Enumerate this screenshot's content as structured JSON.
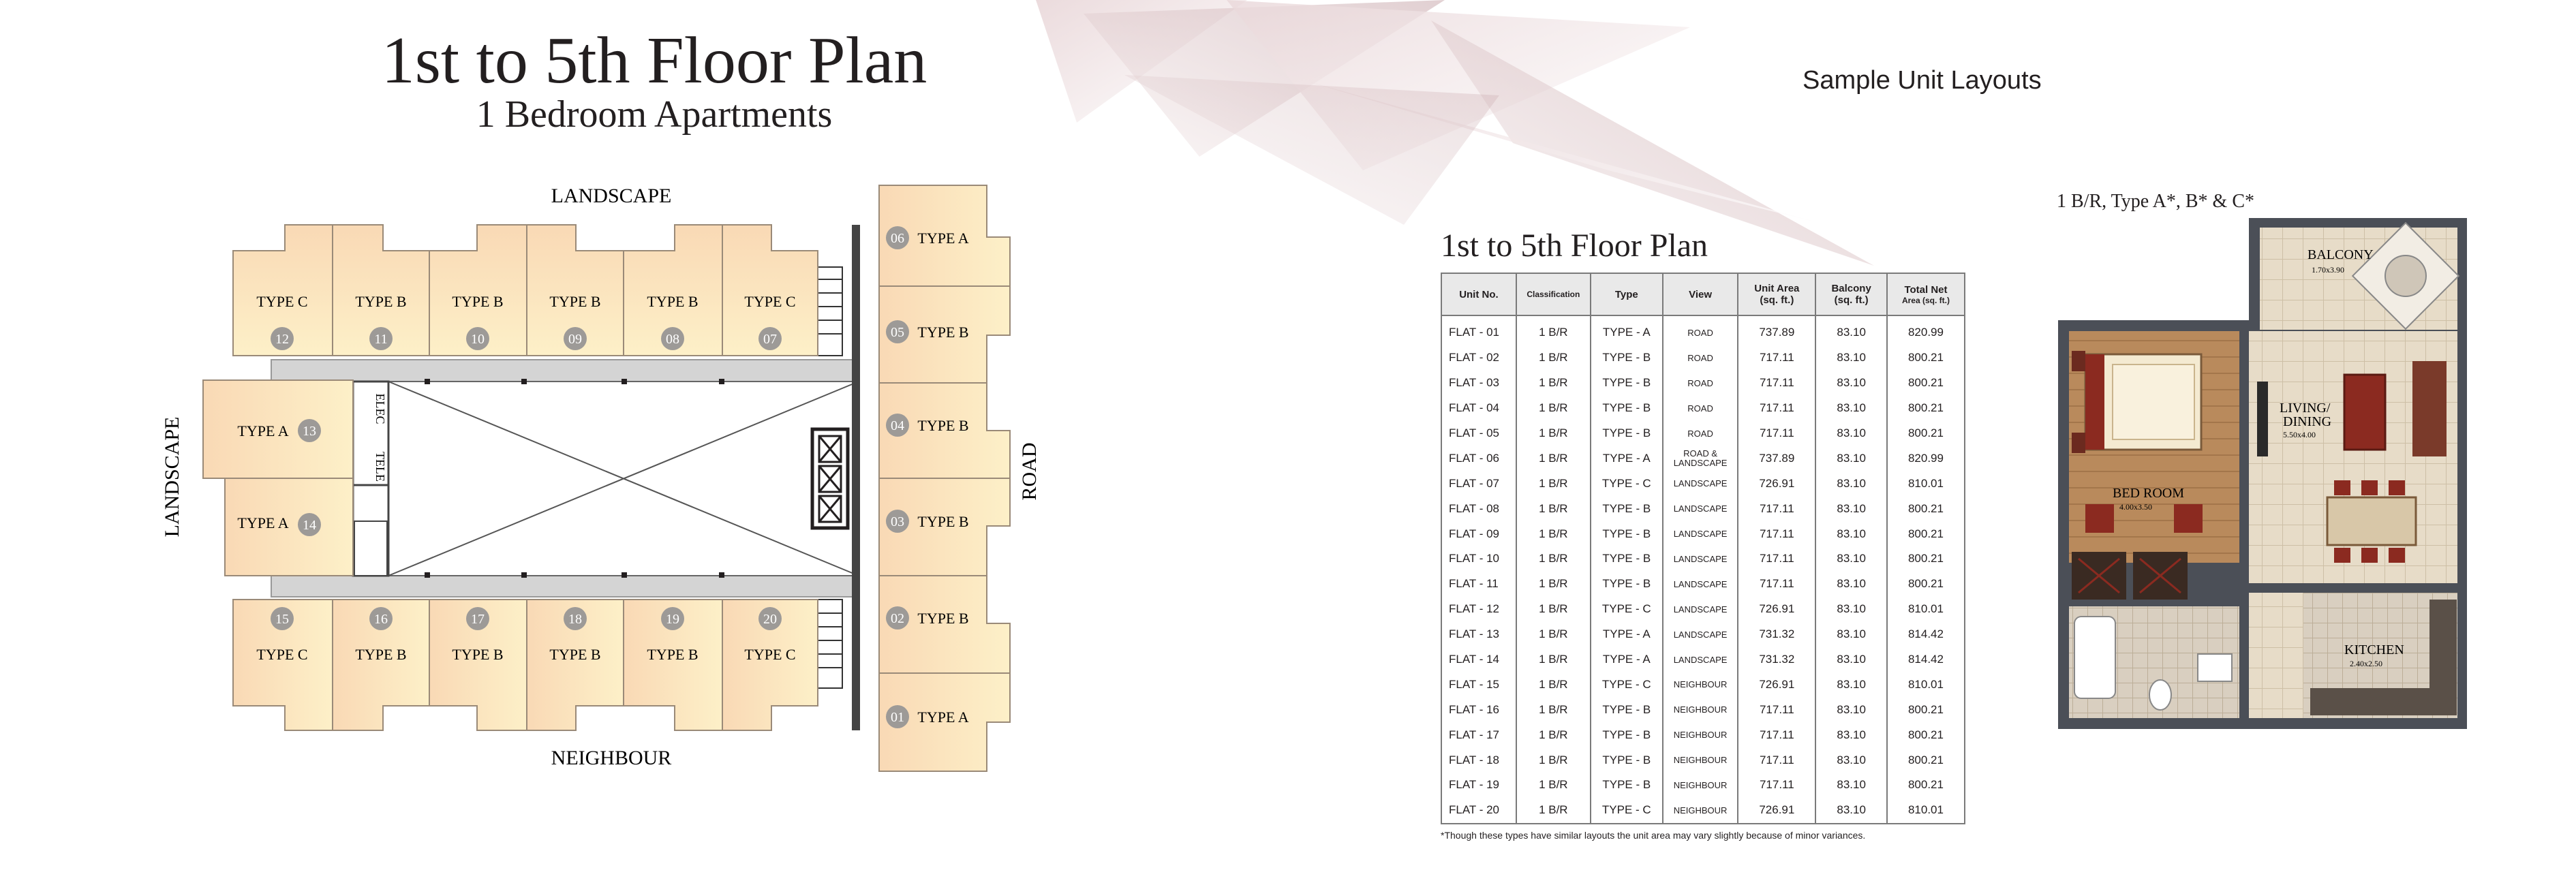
{
  "header": {
    "title": "1st to 5th Floor Plan",
    "subtitle": "1 Bedroom Apartments"
  },
  "floor_plan": {
    "sides": {
      "top": "LANDSCAPE",
      "left": "LANDSCAPE",
      "bottom": "NEIGHBOUR",
      "right": "ROAD"
    },
    "core": {
      "elec": "ELEC",
      "tele": "TELE"
    },
    "top_row": [
      {
        "type": "TYPE C",
        "num": "12"
      },
      {
        "type": "TYPE B",
        "num": "11"
      },
      {
        "type": "TYPE B",
        "num": "10"
      },
      {
        "type": "TYPE B",
        "num": "09"
      },
      {
        "type": "TYPE B",
        "num": "08"
      },
      {
        "type": "TYPE C",
        "num": "07"
      }
    ],
    "bottom_row": [
      {
        "type": "TYPE C",
        "num": "15"
      },
      {
        "type": "TYPE B",
        "num": "16"
      },
      {
        "type": "TYPE B",
        "num": "17"
      },
      {
        "type": "TYPE B",
        "num": "18"
      },
      {
        "type": "TYPE B",
        "num": "19"
      },
      {
        "type": "TYPE C",
        "num": "20"
      }
    ],
    "left_col": [
      {
        "type": "TYPE A",
        "num": "13"
      },
      {
        "type": "TYPE A",
        "num": "14"
      }
    ],
    "right_col": [
      {
        "type": "TYPE A",
        "num": "06"
      },
      {
        "type": "TYPE B",
        "num": "05"
      },
      {
        "type": "TYPE B",
        "num": "04"
      },
      {
        "type": "TYPE B",
        "num": "03"
      },
      {
        "type": "TYPE B",
        "num": "02"
      },
      {
        "type": "TYPE A",
        "num": "01"
      }
    ]
  },
  "sample": {
    "title": "Sample Unit Layouts"
  },
  "table": {
    "title": "1st to 5th Floor Plan",
    "headers": {
      "unit": "Unit No.",
      "classification": "Classification",
      "type": "Type",
      "view": "View",
      "area": "Unit Area",
      "area_unit": "(sq. ft.)",
      "balcony": "Balcony",
      "balcony_unit": "(sq. ft.)",
      "net": "Total Net",
      "net_unit": "Area (sq. ft.)"
    },
    "rows": [
      [
        "FLAT - 01",
        "1 B/R",
        "TYPE - A",
        "ROAD",
        "737.89",
        "83.10",
        "820.99"
      ],
      [
        "FLAT - 02",
        "1 B/R",
        "TYPE - B",
        "ROAD",
        "717.11",
        "83.10",
        "800.21"
      ],
      [
        "FLAT - 03",
        "1 B/R",
        "TYPE - B",
        "ROAD",
        "717.11",
        "83.10",
        "800.21"
      ],
      [
        "FLAT - 04",
        "1 B/R",
        "TYPE - B",
        "ROAD",
        "717.11",
        "83.10",
        "800.21"
      ],
      [
        "FLAT - 05",
        "1 B/R",
        "TYPE - B",
        "ROAD",
        "717.11",
        "83.10",
        "800.21"
      ],
      [
        "FLAT - 06",
        "1 B/R",
        "TYPE - A",
        "ROAD & LANDSCAPE",
        "737.89",
        "83.10",
        "820.99"
      ],
      [
        "FLAT - 07",
        "1 B/R",
        "TYPE - C",
        "LANDSCAPE",
        "726.91",
        "83.10",
        "810.01"
      ],
      [
        "FLAT - 08",
        "1 B/R",
        "TYPE - B",
        "LANDSCAPE",
        "717.11",
        "83.10",
        "800.21"
      ],
      [
        "FLAT - 09",
        "1 B/R",
        "TYPE - B",
        "LANDSCAPE",
        "717.11",
        "83.10",
        "800.21"
      ],
      [
        "FLAT - 10",
        "1 B/R",
        "TYPE - B",
        "LANDSCAPE",
        "717.11",
        "83.10",
        "800.21"
      ],
      [
        "FLAT - 11",
        "1 B/R",
        "TYPE - B",
        "LANDSCAPE",
        "717.11",
        "83.10",
        "800.21"
      ],
      [
        "FLAT - 12",
        "1 B/R",
        "TYPE - C",
        "LANDSCAPE",
        "726.91",
        "83.10",
        "810.01"
      ],
      [
        "FLAT - 13",
        "1 B/R",
        "TYPE - A",
        "LANDSCAPE",
        "731.32",
        "83.10",
        "814.42"
      ],
      [
        "FLAT - 14",
        "1 B/R",
        "TYPE - A",
        "LANDSCAPE",
        "731.32",
        "83.10",
        "814.42"
      ],
      [
        "FLAT - 15",
        "1 B/R",
        "TYPE - C",
        "NEIGHBOUR",
        "726.91",
        "83.10",
        "810.01"
      ],
      [
        "FLAT - 16",
        "1 B/R",
        "TYPE - B",
        "NEIGHBOUR",
        "717.11",
        "83.10",
        "800.21"
      ],
      [
        "FLAT - 17",
        "1 B/R",
        "TYPE - B",
        "NEIGHBOUR",
        "717.11",
        "83.10",
        "800.21"
      ],
      [
        "FLAT - 18",
        "1 B/R",
        "TYPE - B",
        "NEIGHBOUR",
        "717.11",
        "83.10",
        "800.21"
      ],
      [
        "FLAT - 19",
        "1 B/R",
        "TYPE - B",
        "NEIGHBOUR",
        "717.11",
        "83.10",
        "800.21"
      ],
      [
        "FLAT - 20",
        "1 B/R",
        "TYPE - C",
        "NEIGHBOUR",
        "726.91",
        "83.10",
        "810.01"
      ]
    ],
    "footnote": "*Though these types have similar layouts the unit area may vary slightly because of minor variances."
  },
  "unit_layout": {
    "label": "1 B/R, Type A*, B* & C*",
    "rooms": {
      "balcony": "BALCONY",
      "balcony_dim": "1.70x3.90",
      "living": "LIVING/",
      "dining": "DINING",
      "living_dim": "5.50x4.00",
      "bedroom": "BED ROOM",
      "bedroom_dim": "4.00x3.50",
      "kitchen": "KITCHEN",
      "kitchen_dim": "2.40x2.50"
    }
  },
  "colors": {
    "unit_fill": "#fbe4c4",
    "unit_fill_alt": "#f9d7b0",
    "badge": "#9d9a97",
    "corridor": "#d3d3d3",
    "outline": "#231f20",
    "floor_wood": "#b9875a",
    "wall": "#4b4f57"
  }
}
